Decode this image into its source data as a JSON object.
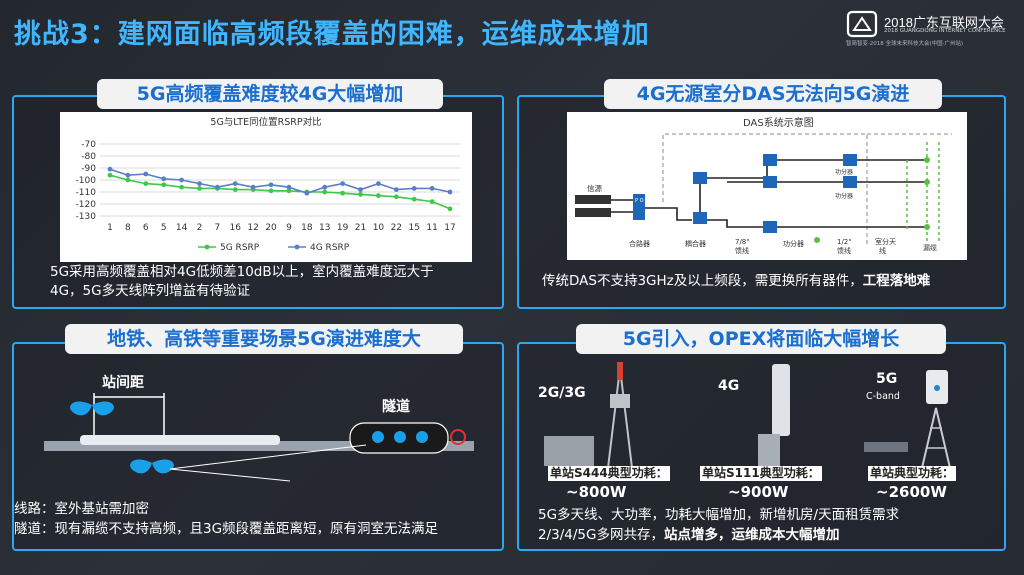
{
  "slide_title": "挑战3：建网面临高频段覆盖的困难，运维成本增加",
  "logo": {
    "main": "2018广东互联网大会",
    "sub": "2018 GUANGDONG INTERNET CONFERENCE",
    "sub2": "智简智变·2018 全球未来科技大会(中国·广州站)"
  },
  "panel1": {
    "title": "5G高频覆盖难度较4G大幅增加",
    "desc_line1": "5G采用高频覆盖相对4G低频差10dB以上，室内覆盖难度远大于",
    "desc_line2": "4G，5G多天线阵列增益有待验证",
    "chart_data": {
      "type": "line",
      "title": "5G与LTE同位置RSRP对比",
      "categories": [
        "1",
        "8",
        "6",
        "5",
        "14",
        "2",
        "7",
        "16",
        "12",
        "20",
        "9",
        "18",
        "13",
        "19",
        "21",
        "10",
        "22",
        "15",
        "11",
        "17"
      ],
      "y_ticks": [
        "-70",
        "-80",
        "-90",
        "-100",
        "-110",
        "-120",
        "-130"
      ],
      "ylim": [
        -130,
        -70
      ],
      "series": [
        {
          "name": "5G RSRP",
          "color": "#3dc84a",
          "values": [
            -96,
            -100,
            -103,
            -104,
            -106,
            -107,
            -107,
            -108,
            -108,
            -109,
            -109,
            -110,
            -110,
            -111,
            -112,
            -113,
            -114,
            -116,
            -118,
            -124
          ]
        },
        {
          "name": "4G RSRP",
          "color": "#5b7ec8",
          "values": [
            -91,
            -96,
            -95,
            -99,
            -100,
            -103,
            -106,
            -103,
            -106,
            -104,
            -106,
            -111,
            -106,
            -103,
            -108,
            -103,
            -108,
            -107,
            -107,
            -110
          ]
        }
      ]
    }
  },
  "panel2": {
    "title": "4G无源室分DAS无法向5G演进",
    "diagram_title": "DAS系统示意图",
    "labels": {
      "source": "信源",
      "poi": "P O I",
      "combiner": "合路器",
      "coupler": "耦合器",
      "feeder78": "7/8\"",
      "feeder78b": "馈线",
      "splitter": "功分器",
      "feeder12": "1/2\"",
      "feeder12b": "馈线",
      "indoor_ant": "室分天",
      "indoor_ant2": "线",
      "leaky": "漏缆",
      "splitter_r1": "功分器",
      "splitter_r2": "功分器"
    },
    "desc_plain": "传统DAS不支持3GHz及以上频段，需更换所有器件，",
    "desc_bold": "工程落地难"
  },
  "panel3": {
    "title": "地铁、高铁等重要场景5G演进难度大",
    "station_distance": "站间距",
    "tunnel": "隧道",
    "line1": "线路：室外基站需加密",
    "line2": "隧道：现有漏缆不支持高频，且3G频段覆盖距离短，原有洞室无法满足"
  },
  "panel4": {
    "title": "5G引入，OPEX将面临大幅增长",
    "sites": [
      {
        "label": "2G/3G",
        "caption": "单站S444典型功耗：",
        "power": "~800W"
      },
      {
        "label": "4G",
        "caption": "单站S111典型功耗：",
        "power": "~900W"
      },
      {
        "label": "5G",
        "sublabel": "C-band",
        "caption": "单站典型功耗：",
        "power": "~2600W"
      }
    ],
    "line1": "5G多天线、大功率，功耗大幅增加，新增机房/天面租赁需求",
    "line2_plain": "2/3/4/5G多网共存，",
    "line2_bold": "站点增多，运维成本大幅增加"
  }
}
